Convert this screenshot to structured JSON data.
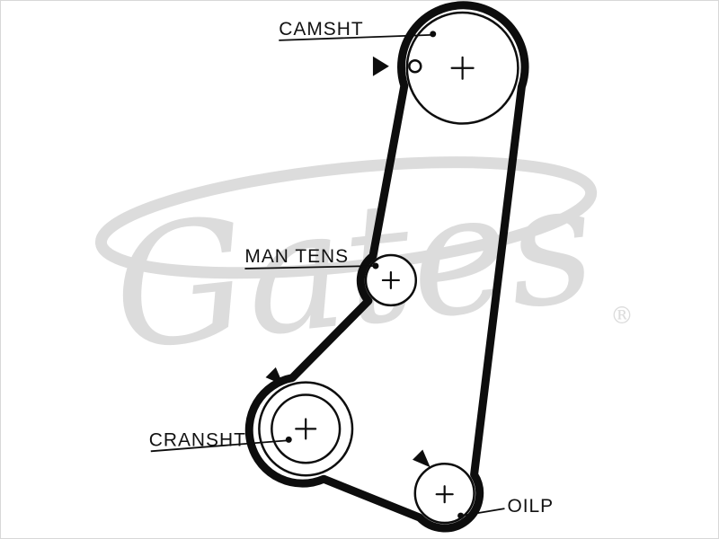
{
  "diagram": {
    "title": "timing-belt-routing-diagram",
    "labels": {
      "camshaft": "CAMSHT",
      "tensioner": "MAN TENS",
      "crankshaft": "CRANSHT",
      "oil_pump": "OILP"
    },
    "watermark": {
      "brand": "Gates",
      "registered": "®"
    },
    "colors": {
      "belt": "#0d0d0d",
      "watermark": "#dcdcdc",
      "background": "#ffffff"
    }
  }
}
